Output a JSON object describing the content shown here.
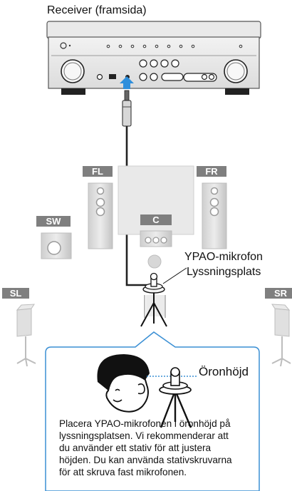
{
  "receiver": {
    "title": "Receiver (framsida)"
  },
  "speakers": {
    "fl": "FL",
    "fr": "FR",
    "sw": "SW",
    "c": "C",
    "sl": "SL",
    "sr": "SR"
  },
  "microphone": {
    "label": "YPAO-mikrofon",
    "position_label": "Lyssningsplats"
  },
  "callout": {
    "ear_label": "Öronhöjd",
    "instruction_lines": [
      "Placera YPAO-mikrofonen i öronhöjd på",
      "lyssningsplatsen. Vi rekommenderar att",
      "du använder ett stativ för att justera",
      "höjden. Du kan använda stativskruvarna",
      "för att skruva fast mikrofonen."
    ]
  },
  "colors": {
    "arrow": "#2f8fdc",
    "callout_border": "#3a8fd4",
    "label_bg": "#7f7f7f",
    "speaker_body": "#d9d9d9"
  }
}
